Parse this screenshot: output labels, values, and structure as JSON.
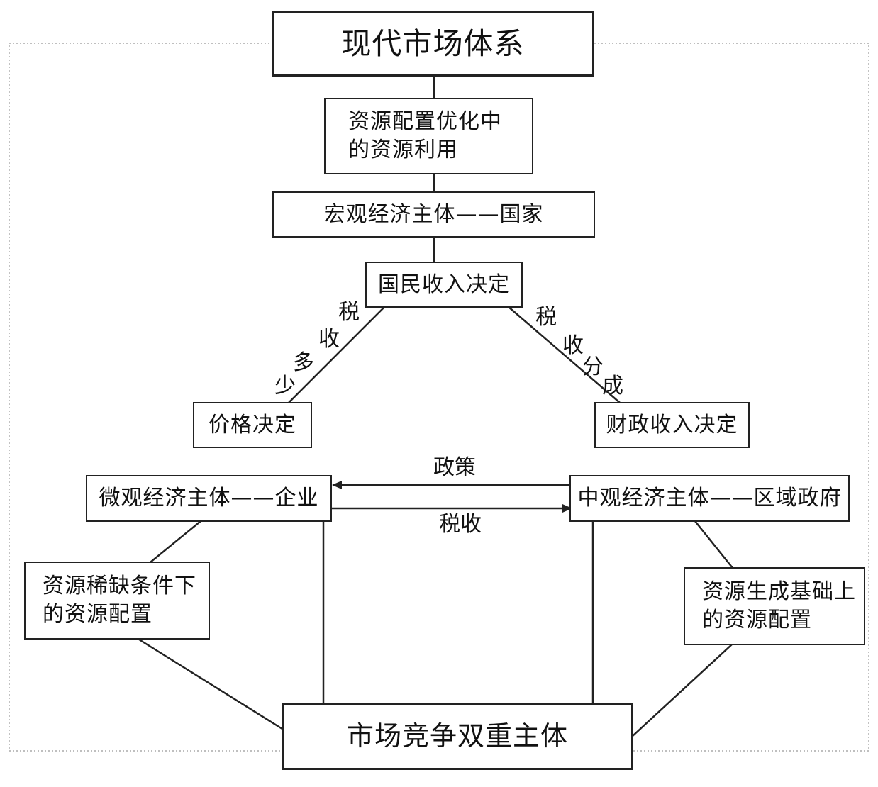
{
  "nodes": {
    "modern_market_system": "现代市场体系",
    "resource_use": "资源配置优化中\n的资源利用",
    "macro_subject": "宏观经济主体——国家",
    "national_income": "国民收入决定",
    "price_decision": "价格决定",
    "fiscal_income": "财政收入决定",
    "micro_subject": "微观经济主体——企业",
    "meso_subject": "中观经济主体——区域政府",
    "scarce_allocation": "资源稀缺条件下\n的资源配置",
    "generated_allocation": "资源生成基础上\n的资源配置",
    "dual_subject": "市场竞争双重主体"
  },
  "edge_labels": {
    "tax_amount": [
      "税",
      "收",
      "多",
      "少"
    ],
    "tax_share": [
      "税",
      "收",
      "分",
      "成"
    ],
    "policy": "政策",
    "tax": "税收"
  }
}
